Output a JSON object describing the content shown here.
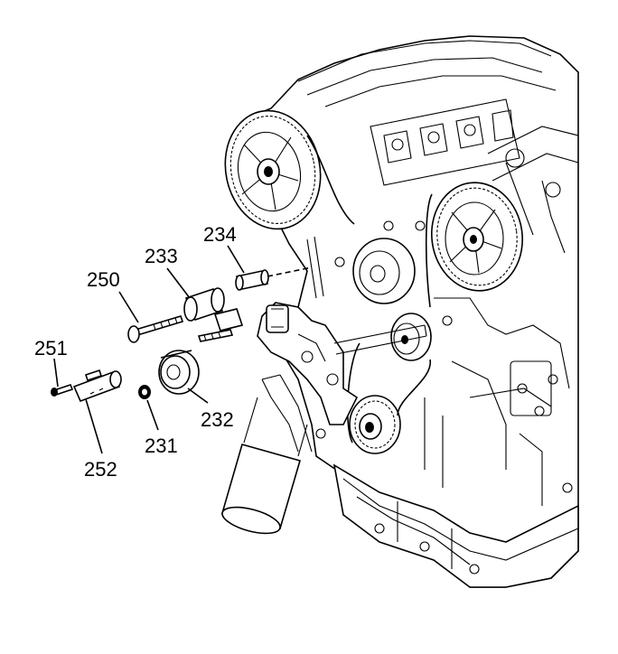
{
  "colors": {
    "line": "#000000",
    "background": "#ffffff"
  },
  "callouts": [
    {
      "id": "c234",
      "text": "234"
    },
    {
      "id": "c233",
      "text": "233"
    },
    {
      "id": "c250",
      "text": "250"
    },
    {
      "id": "c251",
      "text": "251"
    },
    {
      "id": "c252",
      "text": "252"
    },
    {
      "id": "c231",
      "text": "231"
    },
    {
      "id": "c232",
      "text": "232"
    }
  ]
}
